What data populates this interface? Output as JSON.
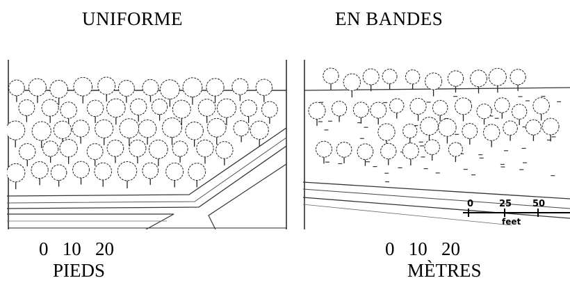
{
  "titles": {
    "left": "UNIFORME",
    "right": "EN BANDES"
  },
  "scales": {
    "left": {
      "numbers": "0   10   20",
      "unit": "PIEDS"
    },
    "right": {
      "numbers": "0   10   20",
      "unit": "MÈTRES"
    }
  },
  "inset_scale": {
    "n0": "0",
    "n1": "25",
    "n2": "50",
    "unit": "feet"
  },
  "panels": [
    {
      "name": "uniform-planting-illustration"
    },
    {
      "name": "strip-planting-illustration"
    }
  ]
}
